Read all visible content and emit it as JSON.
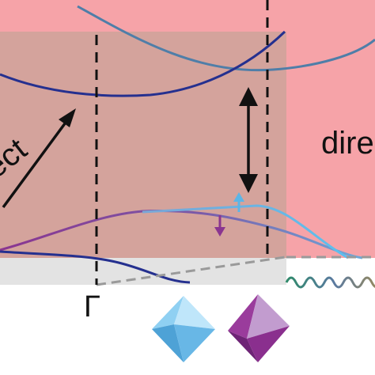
{
  "labels": {
    "indirect": "ndirect",
    "direct": "dire",
    "gamma": "Γ"
  },
  "colors": {
    "pink_region": "#f6a3a8",
    "overlap_region": "#d4a39c",
    "gray_region": "#e3e3e3",
    "band_dark_blue": "#25308f",
    "band_steel_blue": "#4f7ea8",
    "band_light_blue": "#5cb5e6",
    "band_purple": "#8a3590",
    "octahedron_blue": "#5fb2e2",
    "octahedron_purple": "#8a2f8e"
  },
  "icons": [
    "double-headed-arrow-icon",
    "up-arrow-icon",
    "down-arrow-icon",
    "blue-octahedron-icon",
    "purple-octahedron-icon"
  ]
}
